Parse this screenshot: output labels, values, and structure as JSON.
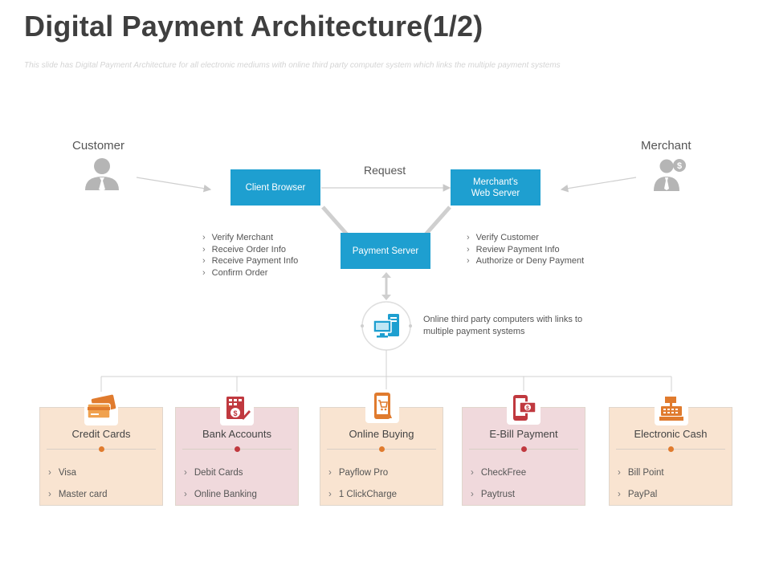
{
  "slide": {
    "title": "Digital Payment Architecture(1/2)",
    "subtitle": "This slide has Digital Payment Architecture for all electronic mediums with online third party computer system which links the multiple payment systems"
  },
  "actors": {
    "customer": "Customer",
    "merchant": "Merchant"
  },
  "boxes": {
    "client_browser": "Client Browser",
    "merchant_server_line1": "Merchant's",
    "merchant_server_line2": "Web Server",
    "payment_server": "Payment Server"
  },
  "request_label": "Request",
  "left_list": [
    "Verify Merchant",
    "Receive Order Info",
    "Receive Payment Info",
    "Confirm Order"
  ],
  "right_list": [
    "Verify Customer",
    "Review Payment Info",
    "Authorize or Deny Payment"
  ],
  "hub_note": "Online third party computers with links to multiple payment systems",
  "cards": [
    {
      "title": "Credit Cards",
      "items": [
        "Visa",
        "Master card"
      ]
    },
    {
      "title": "Bank Accounts",
      "items": [
        "Debit Cards",
        "Online Banking"
      ]
    },
    {
      "title": "Online Buying",
      "items": [
        "Payflow Pro",
        "1 ClickCharge"
      ]
    },
    {
      "title": "E-Bill Payment",
      "items": [
        "CheckFree",
        "Paytrust"
      ]
    },
    {
      "title": "Electronic Cash",
      "items": [
        "Bill Point",
        "PayPal"
      ]
    }
  ],
  "colors": {
    "blue_box": "#1e9fd0",
    "peach_card": "#f9e4d1",
    "pink_card": "#f0d9dc",
    "orange_accent": "#e07b2e",
    "red_accent": "#c0393f"
  }
}
